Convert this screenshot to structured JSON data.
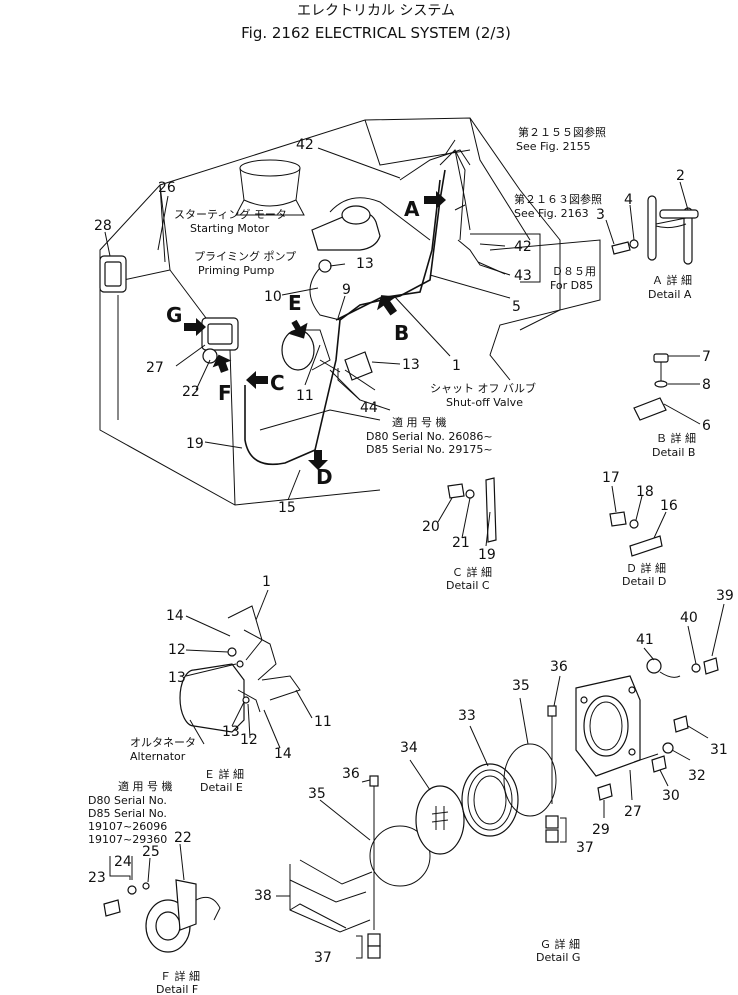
{
  "title": {
    "jp": "エレクトリカル システム",
    "en": "Fig. 2162 ELECTRICAL SYSTEM (2/3)"
  },
  "labels": {
    "see2155_jp": "第２１５５図参照",
    "see2155_en": "See Fig. 2155",
    "see2163_jp": "第２１６３図参照",
    "see2163_en": "See Fig. 2163",
    "forD85_jp": "Ｄ８５用",
    "forD85_en": "For D85",
    "starting_jp": "スターティング モータ",
    "starting_en": "Starting Motor",
    "priming_jp": "プライミング ポンプ",
    "priming_en": "Priming Pump",
    "shutoff_jp": "シャット オフ バルブ",
    "shutoff_en": "Shut-off Valve",
    "serial_jp": "適 用 号 機",
    "serial_d80": "D80 Serial No. 26086~",
    "serial_d85": "D85 Serial No. 29175~",
    "alternator_jp": "オルタネータ",
    "alternator_en": "Alternator",
    "serialE_jp": "適 用 号 機",
    "serialE_1": "D80 Serial No.",
    "serialE_2": "D85 Serial No.",
    "serialE_3": "19107~26096",
    "serialE_4": "19107~29360"
  },
  "details": {
    "a_jp": "Ａ 詳 細",
    "a_en": "Detail A",
    "b_jp": "Ｂ 詳 細",
    "b_en": "Detail B",
    "c_jp": "Ｃ 詳 細",
    "c_en": "Detail C",
    "d_jp": "Ｄ 詳 細",
    "d_en": "Detail D",
    "e_jp": "Ｅ 詳 細",
    "e_en": "Detail E",
    "f_jp": "Ｆ 詳 細",
    "f_en": "Detail F",
    "g_jp": "Ｇ 詳 細",
    "g_en": "Detail G"
  },
  "view_letters": [
    "A",
    "B",
    "C",
    "D",
    "E",
    "F",
    "G"
  ],
  "part_numbers": [
    "1",
    "2",
    "3",
    "4",
    "5",
    "6",
    "7",
    "8",
    "9",
    "10",
    "11",
    "12",
    "13",
    "14",
    "15",
    "16",
    "17",
    "18",
    "19",
    "20",
    "21",
    "22",
    "23",
    "24",
    "25",
    "26",
    "27",
    "28",
    "29",
    "30",
    "31",
    "32",
    "33",
    "34",
    "35",
    "36",
    "37",
    "38",
    "39",
    "40",
    "41",
    "42",
    "43",
    "44"
  ]
}
